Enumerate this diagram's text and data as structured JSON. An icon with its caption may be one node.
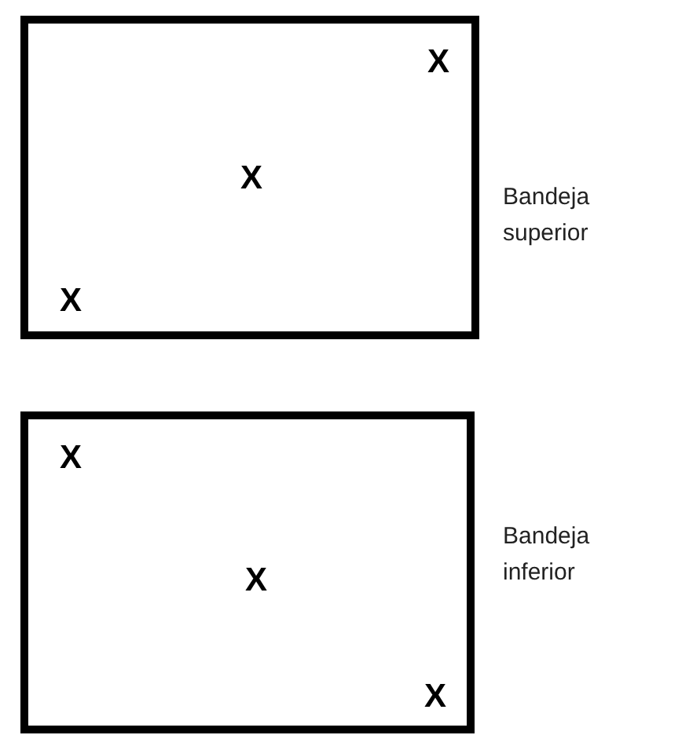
{
  "diagram": {
    "nodes": [
      {
        "text": [
          "X",
          "X",
          "X"
        ],
        "beside": [
          "Bandeja superior"
        ]
      },
      {
        "text": [
          "X",
          "X",
          "X"
        ],
        "beside": [
          "Bandeja inferior"
        ]
      }
    ]
  }
}
